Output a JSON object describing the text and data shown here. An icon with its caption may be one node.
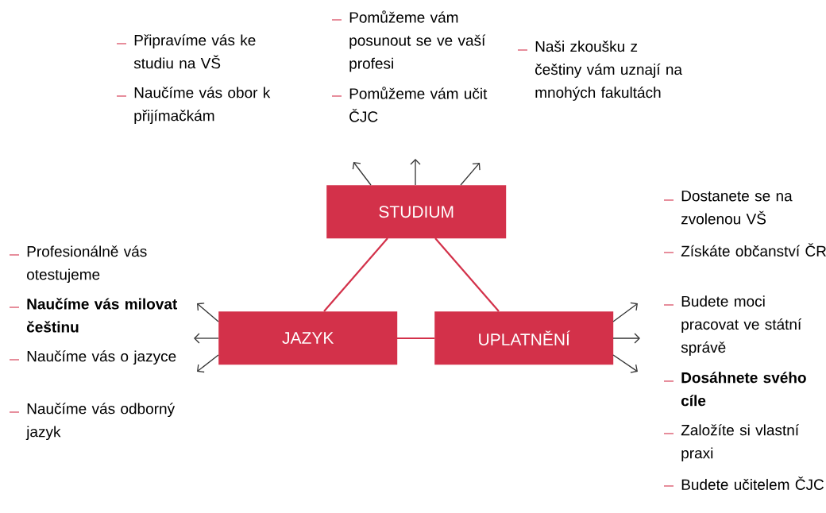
{
  "diagram": {
    "nodes": [
      {
        "text": [
          "STUDIUM"
        ]
      },
      {
        "text": [
          "JAZYK"
        ]
      },
      {
        "text": [
          "UPLATNĚNÍ"
        ]
      }
    ],
    "edges": [
      {
        "from": 0,
        "to": null,
        "arrow": "to"
      },
      {
        "from": 0,
        "to": null,
        "arrow": "to"
      },
      {
        "from": 0,
        "to": null,
        "arrow": "to"
      },
      {
        "from": 1,
        "to": null,
        "arrow": "to"
      },
      {
        "from": 1,
        "to": null,
        "arrow": "to"
      },
      {
        "from": 1,
        "to": null,
        "arrow": "to"
      },
      {
        "from": 2,
        "to": null,
        "arrow": "to"
      },
      {
        "from": 2,
        "to": null,
        "arrow": "to"
      },
      {
        "from": 2,
        "to": null,
        "arrow": "to"
      },
      {
        "from": 0,
        "to": 1,
        "arrow": "none",
        "color": "#d3314a"
      },
      {
        "from": 0,
        "to": 2,
        "arrow": "none",
        "color": "#d3314a"
      },
      {
        "from": 1,
        "to": 2,
        "arrow": "none",
        "color": "#d3314a"
      }
    ],
    "labels": [
      "Pomůžeme vám posunout se ve vaší profesi",
      "Připravíme vás ke studiu na VŠ",
      "Naši zkoušku z češtiny vám uznají na mnohých fakultách",
      "Naučíme vás obor k přijímačkám",
      "Pomůžeme vám učit ČJC",
      "Dostanete se na zvolenou VŠ",
      "Profesionálně vás otestujeme",
      "Získáte občanství ČR",
      "**Naučíme vás milovat češtinu**",
      "Budete moci pracovat ve státní správě",
      "Naučíme vás o jazyce",
      "Naučíme vás odborný jazyk",
      "**Dosáhnete svého cíle**",
      "Založíte si vlastní praxi",
      "Budete učitelem ČJC"
    ]
  }
}
